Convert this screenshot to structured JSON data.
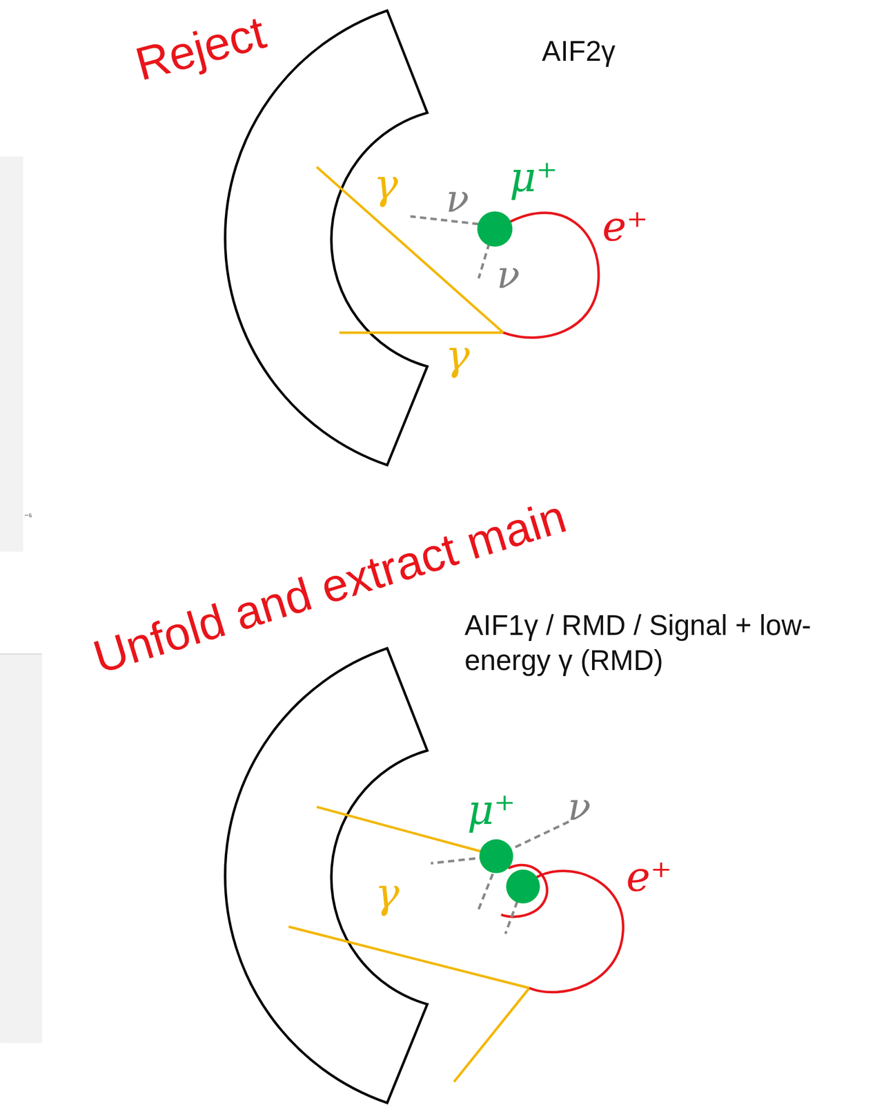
{
  "diagram": {
    "labels": [
      "Reject",
      "AIF2γ",
      "γ",
      "ν",
      "μ⁺",
      "ν",
      "e⁺",
      "γ",
      "Unfold and extract main",
      "AIF1γ / RMD / Signal + low-energy γ (RMD)",
      "μ⁺",
      "ν",
      "γ",
      "e⁺",
      "⁻⁶"
    ]
  }
}
